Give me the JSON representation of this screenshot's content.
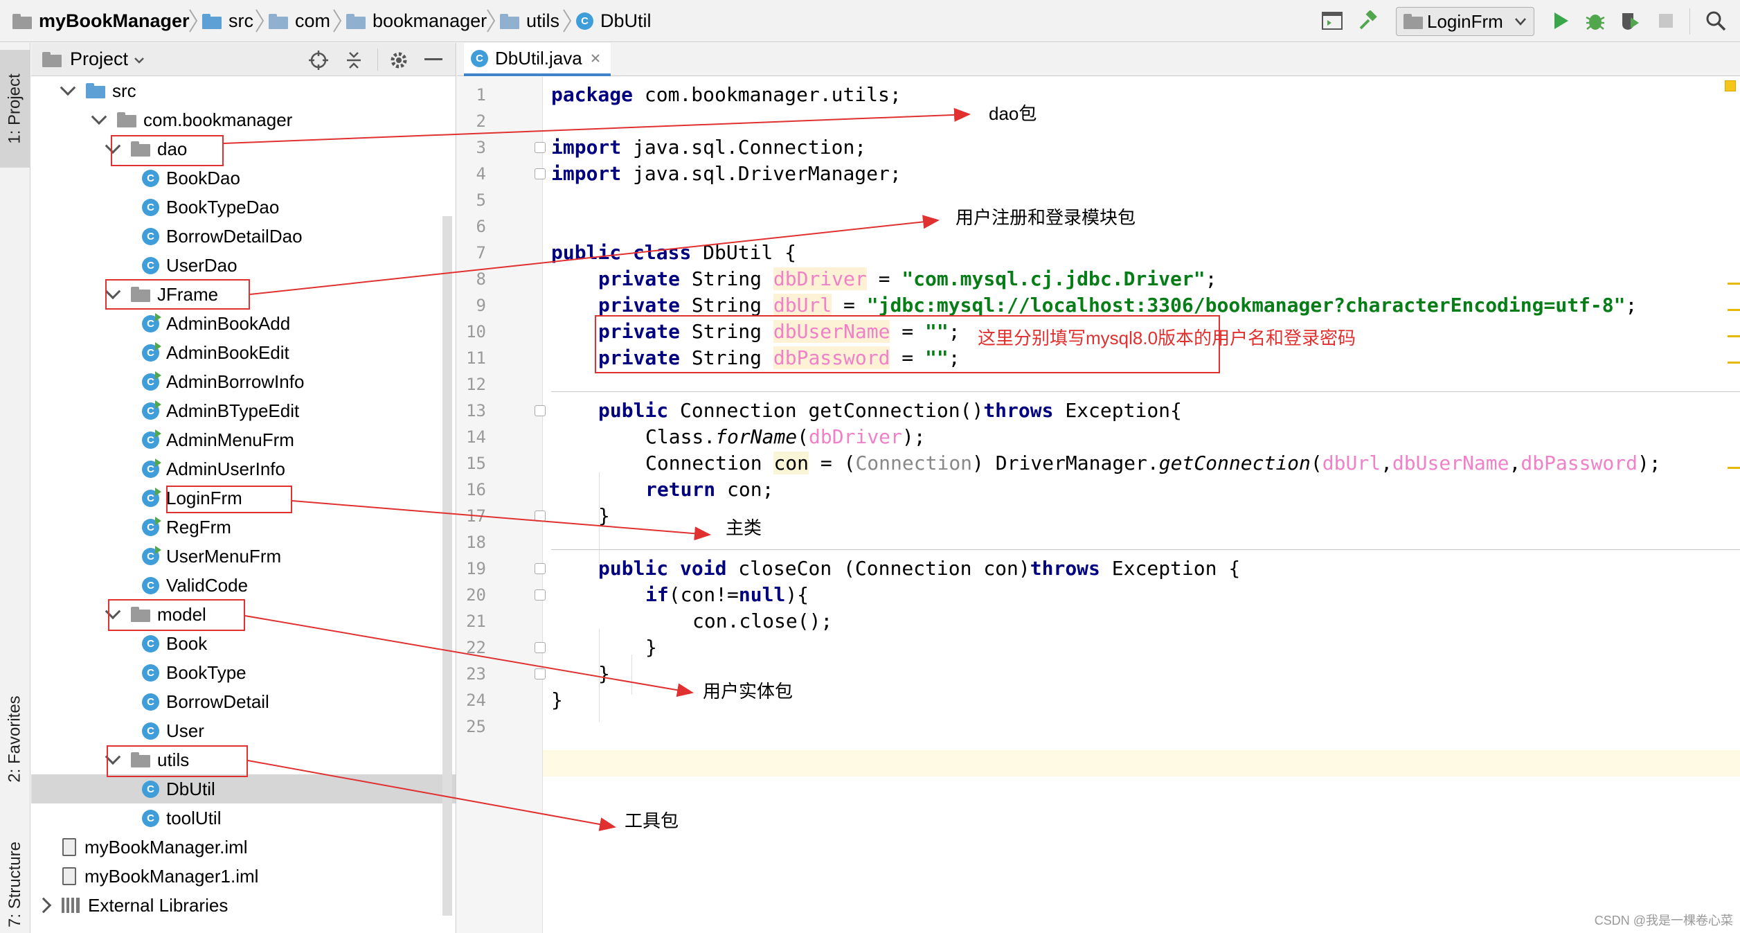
{
  "navbar": {
    "breadcrumbs": [
      {
        "label": "myBookManager",
        "icon": "project-folder-icon"
      },
      {
        "label": "src",
        "icon": "source-folder-icon"
      },
      {
        "label": "com",
        "icon": "package-folder-icon"
      },
      {
        "label": "bookmanager",
        "icon": "package-folder-icon"
      },
      {
        "label": "utils",
        "icon": "package-folder-icon"
      },
      {
        "label": "DbUtil",
        "icon": "class-icon"
      }
    ],
    "run_config": "LoginFrm",
    "toolbar_icons": [
      "layout-icon",
      "build-hammer-icon",
      "run-icon",
      "debug-icon",
      "coverage-icon",
      "stop-icon",
      "search-icon"
    ]
  },
  "left_strip": {
    "tabs": [
      "1: Project",
      "2: Favorites",
      "7: Structure"
    ]
  },
  "project_panel": {
    "title": "Project",
    "header_icons": [
      "locate-icon",
      "collapse-icon",
      "settings-gear-icon",
      "minimize-icon"
    ],
    "tree": [
      {
        "label": "src",
        "depth": 1,
        "expand": "down",
        "icon": "src-folder"
      },
      {
        "label": "com.bookmanager",
        "depth": 2,
        "expand": "down",
        "icon": "pkg-folder"
      },
      {
        "label": "dao",
        "depth": 3,
        "expand": "down",
        "icon": "pkg-folder"
      },
      {
        "label": "BookDao",
        "depth": 4,
        "expand": "none",
        "icon": "class"
      },
      {
        "label": "BookTypeDao",
        "depth": 4,
        "expand": "none",
        "icon": "class"
      },
      {
        "label": "BorrowDetailDao",
        "depth": 4,
        "expand": "none",
        "icon": "class"
      },
      {
        "label": "UserDao",
        "depth": 4,
        "expand": "none",
        "icon": "class"
      },
      {
        "label": "JFrame",
        "depth": 3,
        "expand": "down",
        "icon": "pkg-folder"
      },
      {
        "label": "AdminBookAdd",
        "depth": 4,
        "expand": "none",
        "icon": "class-run"
      },
      {
        "label": "AdminBookEdit",
        "depth": 4,
        "expand": "none",
        "icon": "class-run"
      },
      {
        "label": "AdminBorrowInfo",
        "depth": 4,
        "expand": "none",
        "icon": "class-run"
      },
      {
        "label": "AdminBTypeEdit",
        "depth": 4,
        "expand": "none",
        "icon": "class-run"
      },
      {
        "label": "AdminMenuFrm",
        "depth": 4,
        "expand": "none",
        "icon": "class-run"
      },
      {
        "label": "AdminUserInfo",
        "depth": 4,
        "expand": "none",
        "icon": "class-run"
      },
      {
        "label": "LoginFrm",
        "depth": 4,
        "expand": "none",
        "icon": "class-run"
      },
      {
        "label": "RegFrm",
        "depth": 4,
        "expand": "none",
        "icon": "class-run"
      },
      {
        "label": "UserMenuFrm",
        "depth": 4,
        "expand": "none",
        "icon": "class-run"
      },
      {
        "label": "ValidCode",
        "depth": 4,
        "expand": "none",
        "icon": "class"
      },
      {
        "label": "model",
        "depth": 3,
        "expand": "down",
        "icon": "pkg-folder"
      },
      {
        "label": "Book",
        "depth": 4,
        "expand": "none",
        "icon": "class"
      },
      {
        "label": "BookType",
        "depth": 4,
        "expand": "none",
        "icon": "class"
      },
      {
        "label": "BorrowDetail",
        "depth": 4,
        "expand": "none",
        "icon": "class"
      },
      {
        "label": "User",
        "depth": 4,
        "expand": "none",
        "icon": "class"
      },
      {
        "label": "utils",
        "depth": 3,
        "expand": "down",
        "icon": "pkg-folder"
      },
      {
        "label": "DbUtil",
        "depth": 4,
        "expand": "none",
        "icon": "class",
        "selected": true
      },
      {
        "label": "toolUtil",
        "depth": 4,
        "expand": "none",
        "icon": "class"
      },
      {
        "label": "myBookManager.iml",
        "depth": 1,
        "expand": "none",
        "icon": "iml"
      },
      {
        "label": "myBookManager1.iml",
        "depth": 1,
        "expand": "none",
        "icon": "iml"
      },
      {
        "label": "External Libraries",
        "depth": 0,
        "expand": "right",
        "icon": "lib"
      }
    ]
  },
  "editor": {
    "tab": {
      "label": "DbUtil.java"
    },
    "line_numbers": [
      "1",
      "2",
      "3",
      "4",
      "5",
      "6",
      "7",
      "8",
      "9",
      "10",
      "11",
      "12",
      "13",
      "14",
      "15",
      "16",
      "17",
      "18",
      "19",
      "20",
      "21",
      "22",
      "23",
      "24",
      "25"
    ],
    "code": {
      "l1": {
        "kw": "package",
        "rest": " com.bookmanager.utils;"
      },
      "l3": {
        "kw": "import",
        "rest": " java.sql.Connection;"
      },
      "l4": {
        "kw": "import",
        "rest": " java.sql.DriverManager;"
      },
      "l7": {
        "kw1": "public",
        "kw2": "class",
        "rest": " DbUtil {"
      },
      "l8": {
        "kw": "private",
        "type": " String ",
        "field": "dbDriver",
        "eq": " = ",
        "str": "\"com.mysql.cj.jdbc.Driver\"",
        "end": ";"
      },
      "l9": {
        "kw": "private",
        "type": " String ",
        "field": "dbUrl",
        "eq": " = ",
        "str": "\"jdbc:mysql://localhost:3306/bookmanager?characterEncoding=utf-8\"",
        "end": ";"
      },
      "l10": {
        "kw": "private",
        "type": " String ",
        "field": "dbUserName",
        "eq": " = ",
        "str": "\"\"",
        "end": ";"
      },
      "l11": {
        "kw": "private",
        "type": " String ",
        "field": "dbPassword",
        "eq": " = ",
        "str": "\"\"",
        "end": ";"
      },
      "l13": {
        "kw1": "public",
        "mid": " Connection getConnection()",
        "kw2": "throws",
        "rest": " Exception{"
      },
      "l14": {
        "pre": "Class.",
        "method": "forName",
        "open": "(",
        "arg": "dbDriver",
        "close": ");"
      },
      "l15": {
        "pre": "Connection ",
        "var": "con",
        "mid": " = (",
        "cast": "Connection",
        "mid2": ") DriverManager.",
        "method": "getConnection",
        "open": "(",
        "a1": "dbUrl",
        "c1": ",",
        "a2": "dbUserName",
        "c2": ",",
        "a3": "dbPassword",
        "close": ");"
      },
      "l16": {
        "kw": "return",
        "rest": " con;"
      },
      "l17": {
        "text": "}"
      },
      "l19": {
        "kw1": "public",
        "kw2": "void",
        "mid": " closeCon (Connection con)",
        "kw3": "throws",
        "rest": " Exception {"
      },
      "l20": {
        "kw": "if",
        "mid": "(con!=",
        "kw2": "null",
        "rest": "){"
      },
      "l21": {
        "text": "con.close();"
      },
      "l22": {
        "text": "}"
      },
      "l23": {
        "text": "}"
      },
      "l24": {
        "text": "}"
      }
    }
  },
  "annotations": {
    "dao_note": "dao包",
    "jframe_note": "用户注册和登录模块包",
    "credentials_note": "这里分别填写mysql8.0版本的用户名和登录密码",
    "main_note": "主类",
    "model_note": "用户实体包",
    "utils_note": "工具包",
    "colors": {
      "box": "#e03030",
      "arrow": "#e03030"
    }
  },
  "watermark": "CSDN @我是一棵卷心菜",
  "colors": {
    "keyword": "#000080",
    "string": "#067d17",
    "field": "#f081c8",
    "class_icon": "#3f9ed9",
    "selection": "#d6d6d6"
  }
}
